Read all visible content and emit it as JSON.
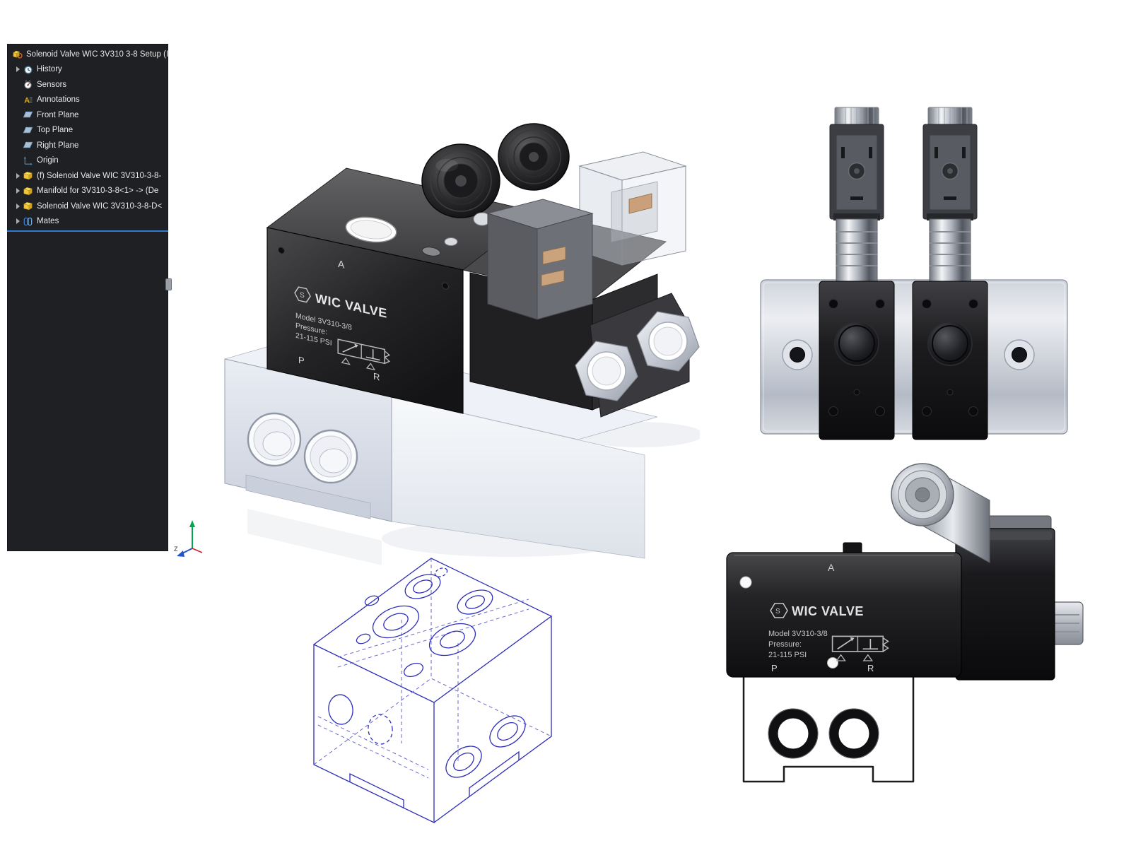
{
  "window": {
    "background": "#ffffff"
  },
  "feature_tree": {
    "background": "#1f2023",
    "text_color": "#e8e8e8",
    "divider_color": "#2e7bd0",
    "root": {
      "label": "Solenoid Valve WIC 3V310 3-8 Setup  (I",
      "icon": "assembly-icon"
    },
    "items": [
      {
        "label": "History",
        "icon": "history-icon",
        "expand_arrow": true
      },
      {
        "label": "Sensors",
        "icon": "sensors-icon",
        "expand_arrow": false
      },
      {
        "label": "Annotations",
        "icon": "annotations-icon",
        "expand_arrow": false
      },
      {
        "label": "Front Plane",
        "icon": "plane-icon",
        "expand_arrow": false
      },
      {
        "label": "Top Plane",
        "icon": "plane-icon",
        "expand_arrow": false
      },
      {
        "label": "Right Plane",
        "icon": "plane-icon",
        "expand_arrow": false
      },
      {
        "label": "Origin",
        "icon": "origin-icon",
        "expand_arrow": false
      },
      {
        "label": "(f) Solenoid Valve WIC 3V310-3-8-",
        "icon": "part-icon",
        "expand_arrow": true
      },
      {
        "label": "Manifold for 3V310-3-8<1> -> (De",
        "icon": "part-icon",
        "expand_arrow": true
      },
      {
        "label": "Solenoid Valve WIC 3V310-3-8-D<",
        "icon": "part-icon",
        "expand_arrow": true
      },
      {
        "label": "Mates",
        "icon": "mates-icon",
        "expand_arrow": true
      }
    ]
  },
  "valve_label": {
    "brand": "WIC VALVE",
    "model": "Model 3V310-3/8",
    "pressure_label": "Pressure:",
    "pressure_value": "21-115 PSI",
    "port_a": "A",
    "port_p": "P",
    "port_r": "R"
  },
  "triad": {
    "axis_z": "Z"
  },
  "viewport": {
    "wireframe_color": "#2d2db8"
  }
}
